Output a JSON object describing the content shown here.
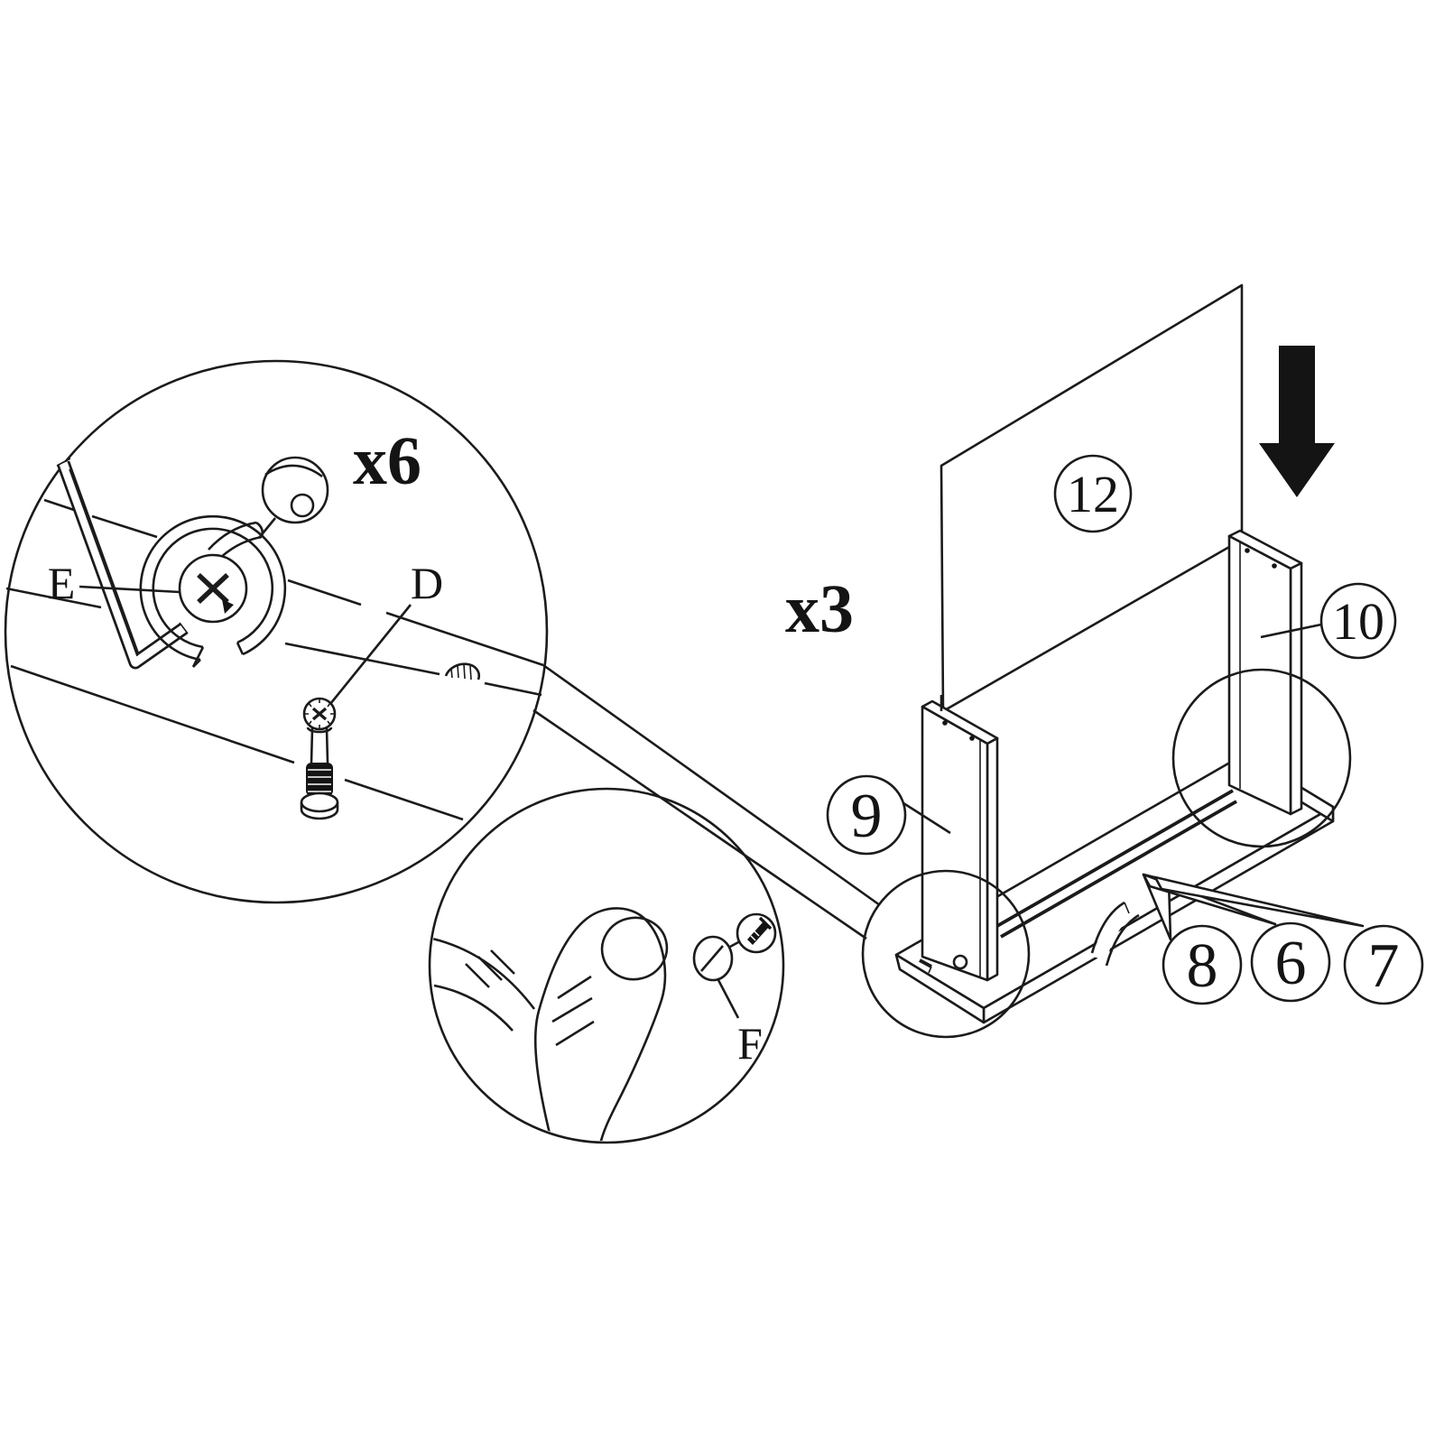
{
  "diagram": {
    "type": "furniture-assembly-instruction-step",
    "background_color": "#ffffff",
    "line_color": "#1b1b1b"
  },
  "quantities": {
    "cam_lock_count": "x6",
    "panel_count": "x3"
  },
  "hardware_labels": {
    "cam_lock": "E",
    "cam_bolt": "D",
    "cover_screw": "F"
  },
  "part_callouts": {
    "back_panel": "12",
    "left_side_panel": "9",
    "right_side_panel": "10",
    "base_callouts": [
      "8",
      "6",
      "7"
    ]
  }
}
